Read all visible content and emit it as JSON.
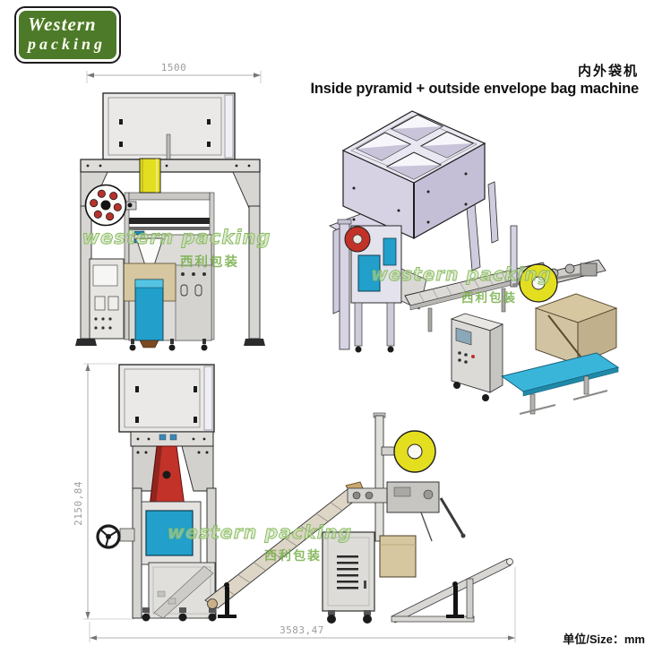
{
  "logo": {
    "line1": "Western",
    "line2": "packing"
  },
  "header": {
    "title_cn": "内外袋机",
    "title_en": "Inside pyramid + outside envelope bag machine"
  },
  "views": {
    "front": {
      "width_dim": "1500"
    },
    "side": {
      "height_dim": "2150,84",
      "length_dim": "3583,47"
    }
  },
  "watermark": {
    "en": "western packing",
    "cn": "西利包装"
  },
  "footer": {
    "unit_label": "单位/Size：mm"
  },
  "colors": {
    "logo-green": "#4c7a28",
    "watermark-green": "#86b95e",
    "film-yellow": "#e4de20",
    "film-red": "#c23229",
    "machine-cyan": "#229fca",
    "conveyor-cyan": "#3ab5da",
    "carton-beige": "#d6c7a0"
  }
}
